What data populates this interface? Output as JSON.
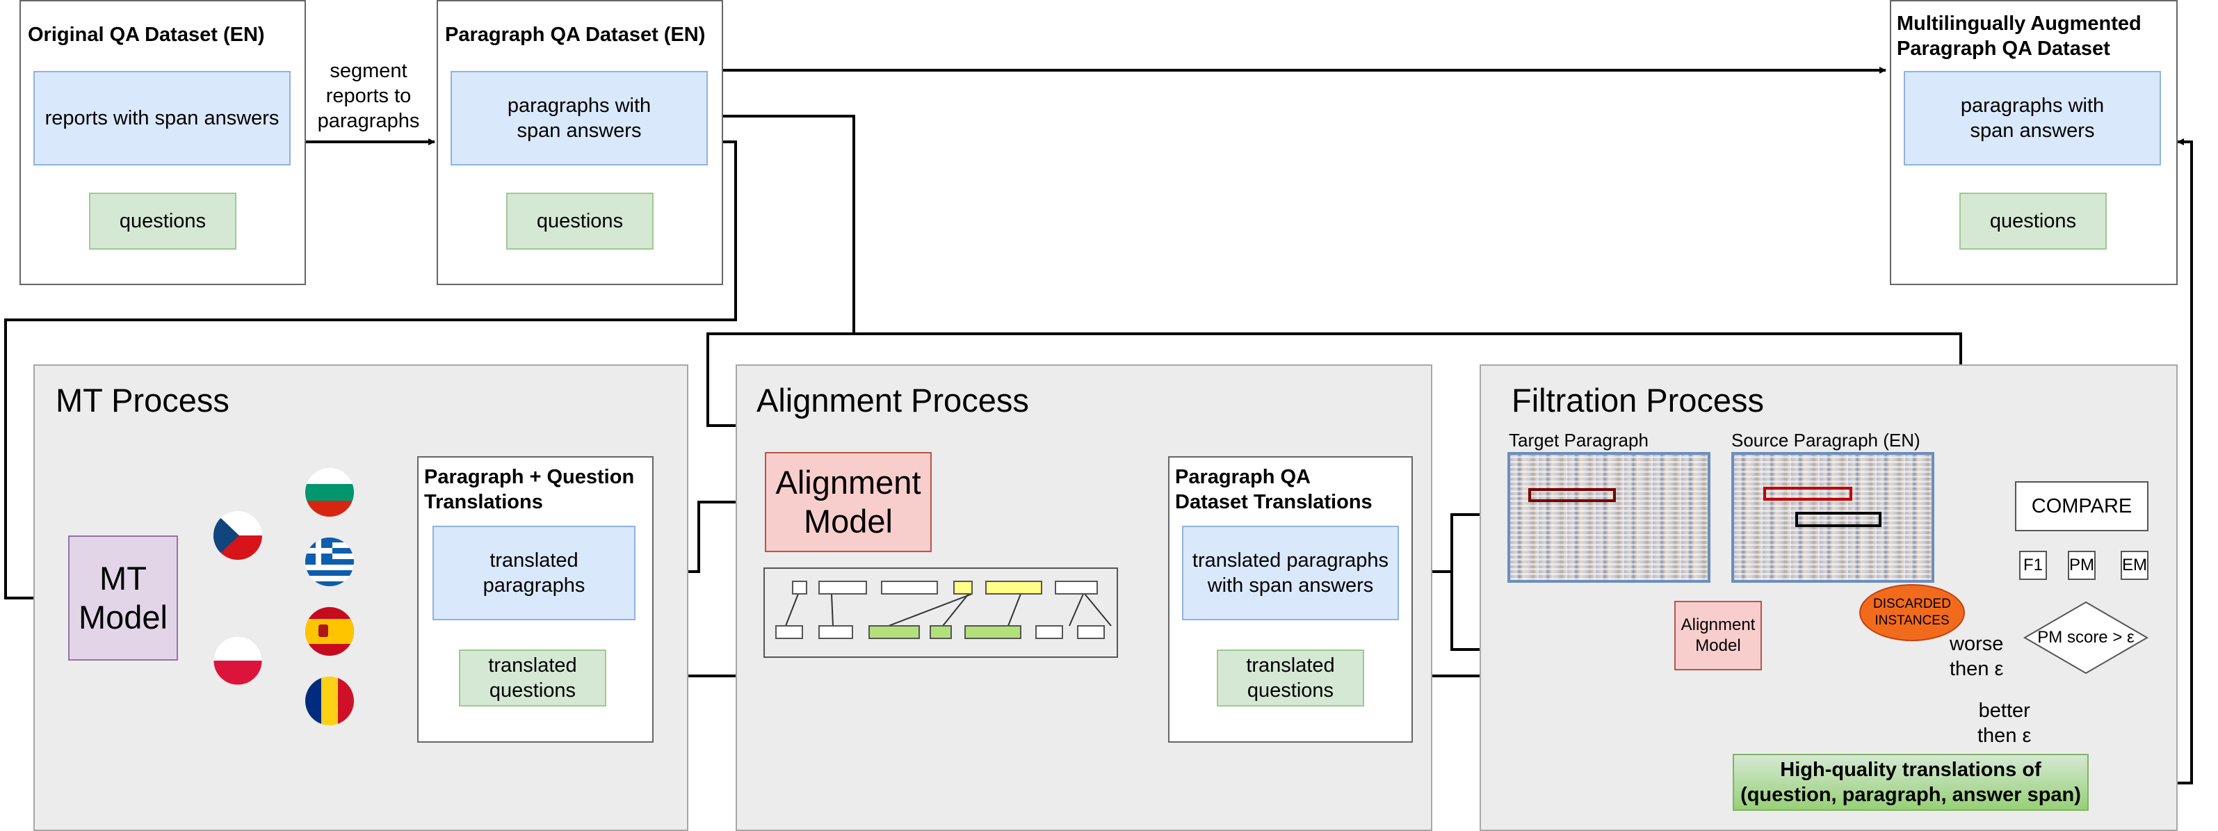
{
  "original_dataset": {
    "title": "Original QA Dataset (EN)",
    "paragraphs": "reports with span answers",
    "questions": "questions"
  },
  "segment_label": "segment\nreports to\nparagraphs",
  "paragraph_dataset": {
    "title": "Paragraph QA Dataset (EN)",
    "paragraphs": "paragraphs with\nspan answers",
    "questions": "questions"
  },
  "augmented_dataset": {
    "title": "Multilingually Augmented\nParagraph QA Dataset",
    "paragraphs": "paragraphs with\nspan answers",
    "questions": "questions"
  },
  "mt_process": {
    "title": "MT Process",
    "model": "MT\nModel",
    "flags": [
      "bulgaria-flag",
      "czech-flag",
      "greece-flag",
      "poland-flag",
      "spain-flag",
      "romania-flag"
    ],
    "translations_title": "Paragraph + Question\nTranslations",
    "translated_paragraphs": "translated\nparagraphs",
    "translated_questions": "translated\nquestions"
  },
  "alignment_process": {
    "title": "Alignment Process",
    "model": "Alignment\nModel",
    "dataset_title": "Paragraph QA\nDataset Translations",
    "translated_paragraphs": "translated paragraphs\nwith span answers",
    "translated_questions": "translated\nquestions"
  },
  "filtration_process": {
    "title": "Filtration Process",
    "target_label": "Target Paragraph",
    "source_label": "Source Paragraph (EN)",
    "compare": "COMPARE",
    "metrics": [
      "F1",
      "PM",
      "EM"
    ],
    "alignment_model": "Alignment\nModel",
    "discarded": "DISCARDED\nINSTANCES",
    "decision": "PM score > ε",
    "worse": "worse\nthen ε",
    "better": "better\nthen ε",
    "output": "High-quality translations of\n(question, paragraph, answer span)"
  },
  "colors": {
    "blue_fill": "#dae8fc",
    "green_fill": "#d5e8d4",
    "mt_model_fill": "#e1d5e7",
    "alignment_model_fill": "#f8cecc",
    "discarded_fill": "#f26b1d",
    "output_fill": "#a8d08d",
    "panel_fill": "#ececec",
    "dark_red": "#7a0000"
  }
}
